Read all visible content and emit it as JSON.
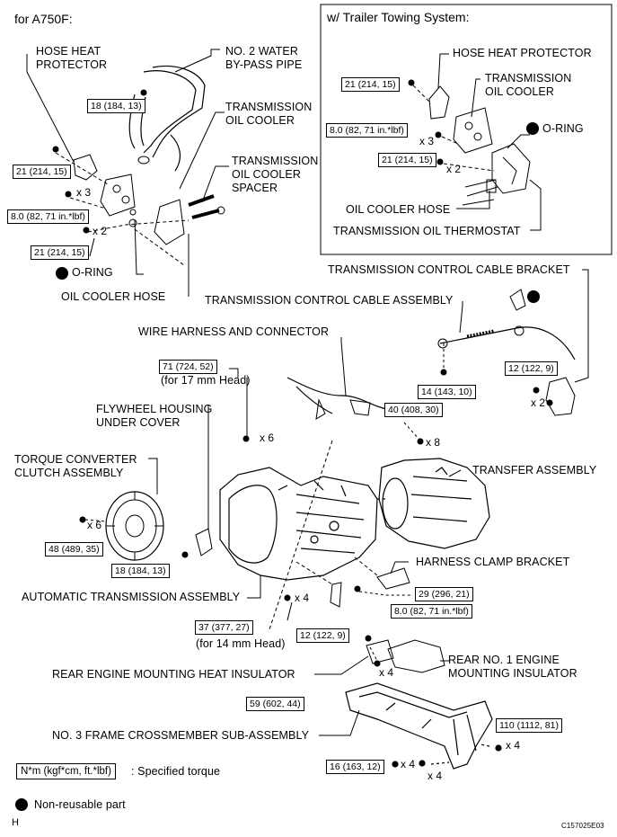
{
  "sections": {
    "a750f": "for A750F:",
    "trailer": "w/ Trailer Towing System:"
  },
  "labels": {
    "hose_heat_protector_left": "HOSE HEAT\nPROTECTOR",
    "no2_water_bypass_pipe": "NO. 2 WATER\nBY-PASS PIPE",
    "trans_oil_cooler_left": "TRANSMISSION\nOIL COOLER",
    "trans_oil_cooler_spacer": "TRANSMISSION\nOIL COOLER\nSPACER",
    "o_ring_left": "O-RING",
    "oil_cooler_hose_left": "OIL COOLER HOSE",
    "hose_heat_protector_right": "HOSE HEAT PROTECTOR",
    "trans_oil_cooler_right": "TRANSMISSION\nOIL COOLER",
    "o_ring_right": "O-RING",
    "oil_cooler_hose_right": "OIL COOLER HOSE",
    "trans_oil_thermostat": "TRANSMISSION OIL THERMOSTAT",
    "trans_control_cable_bracket": "TRANSMISSION CONTROL CABLE BRACKET",
    "trans_control_cable_assembly": "TRANSMISSION CONTROL CABLE ASSEMBLY",
    "wire_harness_connector": "WIRE HARNESS AND CONNECTOR",
    "flywheel_housing_under_cover": "FLYWHEEL HOUSING\nUNDER COVER",
    "torque_converter_clutch": "TORQUE CONVERTER\nCLUTCH ASSEMBLY",
    "transfer_assembly": "TRANSFER ASSEMBLY",
    "harness_clamp_bracket": "HARNESS CLAMP BRACKET",
    "automatic_transmission_assembly": "AUTOMATIC TRANSMISSION ASSEMBLY",
    "rear_engine_mounting_heat_insulator": "REAR ENGINE MOUNTING HEAT INSULATOR",
    "rear_no1_engine_mounting_insulator": "REAR NO. 1 ENGINE\nMOUNTING INSULATOR",
    "no3_frame_crossmember": "NO. 3 FRAME CROSSMEMBER SUB-ASSEMBLY",
    "for_17mm_head": "(for 17 mm Head)",
    "for_14mm_head": "(for 14 mm Head)"
  },
  "torques": {
    "t_18_184_13_top": "18 (184, 13)",
    "t_21_214_15_a": "21 (214, 15)",
    "t_8_82_71_a": "8.0 (82, 71 in.*lbf)",
    "t_21_214_15_b": "21 (214, 15)",
    "t_21_214_15_c": "21 (214, 15)",
    "t_8_82_71_b": "8.0 (82, 71 in.*lbf)",
    "t_21_214_15_d": "21 (214, 15)",
    "t_71_724_52": "71 (724, 52)",
    "t_14_143_10": "14 (143, 10)",
    "t_40_408_30": "40 (408, 30)",
    "t_12_122_9_a": "12 (122, 9)",
    "t_48_489_35": "48 (489, 35)",
    "t_18_184_13_bottom": "18 (184, 13)",
    "t_29_296_21": "29 (296, 21)",
    "t_8_82_71_c": "8.0 (82, 71 in.*lbf)",
    "t_37_377_27": "37 (377, 27)",
    "t_12_122_9_b": "12 (122, 9)",
    "t_59_602_44": "59 (602, 44)",
    "t_110_1112_81": "110 (1112, 81)",
    "t_16_163_12": "16 (163, 12)"
  },
  "multipliers": {
    "x3_left": "x 3",
    "x2_left": "x 2",
    "x3_right": "x 3",
    "x2_right": "x 2",
    "x6_flywheel": "x 6",
    "x2_bracket": "x 2",
    "x8": "x 8",
    "x6_converter": "x 6",
    "x4_transmission": "x 4",
    "x4_insulator": "x 4",
    "x4_crossmember_right": "x 4",
    "x4_bottom_a": "x 4",
    "x4_bottom_b": "x 4"
  },
  "legend": {
    "torque_key": "N*m (kgf*cm, ft.*lbf)",
    "torque_key_desc": ": Specified torque",
    "non_reusable": "Non-reusable part"
  },
  "footer": {
    "left_code": "H",
    "right_code": "C157025E03"
  }
}
